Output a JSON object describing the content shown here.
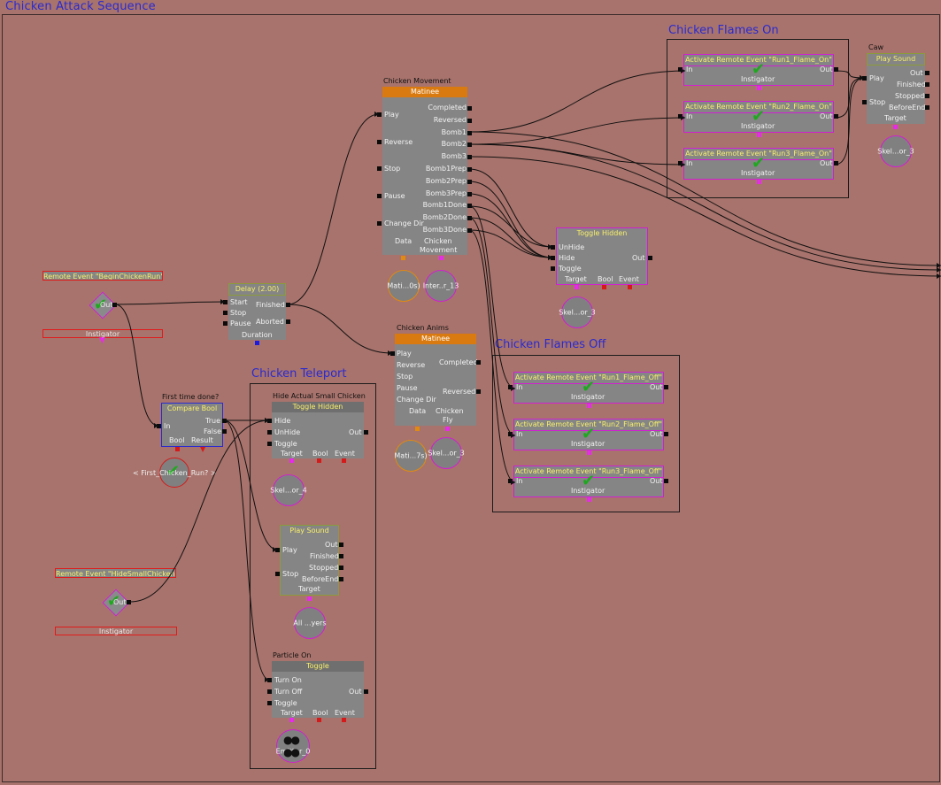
{
  "sequence": {
    "title": "Chicken Attack Sequence"
  },
  "comments": {
    "flames_on": "Chicken Flames On",
    "flames_off": "Chicken Flames Off",
    "teleport": "Chicken Teleport"
  },
  "remote_event_begin": {
    "title": "Remote Event \"BeginChickenRun\"",
    "out": "Out",
    "instigator": "Instigator"
  },
  "remote_event_hide": {
    "title": "Remote Event \"HideSmallChicken\"",
    "out": "Out",
    "instigator": "Instigator"
  },
  "delay": {
    "title": "Delay (2.00)",
    "in": [
      "Start",
      "Stop",
      "Pause"
    ],
    "out": [
      "Finished",
      "Aborted"
    ],
    "var": "Duration"
  },
  "compare_bool": {
    "label": "First time done?",
    "title": "Compare Bool",
    "in": "In",
    "out": [
      "True",
      "False"
    ],
    "vars": [
      "Bool",
      "Result"
    ],
    "var_name": "< First_Chicken_Run? >"
  },
  "matinee_movement": {
    "label": "Chicken Movement",
    "title": "Matinee",
    "in": [
      "Play",
      "Reverse",
      "Stop",
      "Pause",
      "Change Dir"
    ],
    "out": [
      "Completed",
      "Reversed",
      "Bomb1",
      "Bomb2",
      "Bomb3",
      "Bomb1Prep",
      "Bomb2Prep",
      "Bomb3Prep",
      "Bomb1Done",
      "Bomb2Done",
      "Bomb3Done"
    ],
    "vars": [
      "Data",
      "Chicken",
      "Movement"
    ],
    "var_a": "Mati...0s)",
    "var_b": "Inter..r_13"
  },
  "matinee_anims": {
    "label": "Chicken Anims",
    "title": "Matinee",
    "in": [
      "Play",
      "Reverse",
      "Stop",
      "Pause",
      "Change Dir"
    ],
    "out": [
      "Completed",
      "Reversed"
    ],
    "vars": [
      "Data",
      "Chicken",
      "Fly"
    ],
    "var_a": "Mati...7s)",
    "var_b": "Skel...or_3"
  },
  "toggle_hidden_main": {
    "title": "Toggle Hidden",
    "in": [
      "UnHide",
      "Hide",
      "Toggle"
    ],
    "out": "Out",
    "vars": [
      "Target",
      "Bool",
      "Event"
    ],
    "var": "Skel...or_3"
  },
  "flames_on": [
    {
      "title": "Activate Remote Event \"Run1_Flame_On\"",
      "in": "In",
      "out": "Out",
      "var": "Instigator"
    },
    {
      "title": "Activate Remote Event \"Run2_Flame_On\"",
      "in": "In",
      "out": "Out",
      "var": "Instigator"
    },
    {
      "title": "Activate Remote Event \"Run3_Flame_On\"",
      "in": "In",
      "out": "Out",
      "var": "Instigator"
    }
  ],
  "flames_off": [
    {
      "title": "Activate Remote Event \"Run1_Flame_Off\"",
      "in": "In",
      "out": "Out",
      "var": "Instigator"
    },
    {
      "title": "Activate Remote Event \"Run2_Flame_Off\"",
      "in": "In",
      "out": "Out",
      "var": "Instigator"
    },
    {
      "title": "Activate Remote Event \"Run3_Flame_Off\"",
      "in": "In",
      "out": "Out",
      "var": "Instigator"
    }
  ],
  "caw": {
    "label": "Caw",
    "title": "Play Sound",
    "in": [
      "Play",
      "Stop"
    ],
    "out": [
      "Out",
      "Finished",
      "Stopped",
      "BeforeEnd"
    ],
    "var_label": "Target",
    "var": "Skel...or_3"
  },
  "hide_small": {
    "label": "Hide Actual Small Chicken",
    "title": "Toggle Hidden",
    "in": [
      "Hide",
      "UnHide",
      "Toggle"
    ],
    "out": "Out",
    "vars": [
      "Target",
      "Bool",
      "Event"
    ],
    "var": "Skel...or_4"
  },
  "play_sound": {
    "title": "Play Sound",
    "in": [
      "Play",
      "Stop"
    ],
    "out": [
      "Out",
      "Finished",
      "Stopped",
      "BeforeEnd"
    ],
    "var_label": "Target",
    "var": "All ...yers"
  },
  "particle_on": {
    "label": "Particle On",
    "title": "Toggle",
    "in": [
      "Turn On",
      "Turn Off",
      "Toggle"
    ],
    "out": "Out",
    "vars": [
      "Target",
      "Bool",
      "Event"
    ],
    "var": "Emitter_0"
  },
  "colors": {
    "background": "#a8736c",
    "node_body": "#858585",
    "title_text": "#f8f06a",
    "comment_text": "#2a2ad0",
    "matinee_header": "#d97a10",
    "check": "#1fa81f"
  }
}
